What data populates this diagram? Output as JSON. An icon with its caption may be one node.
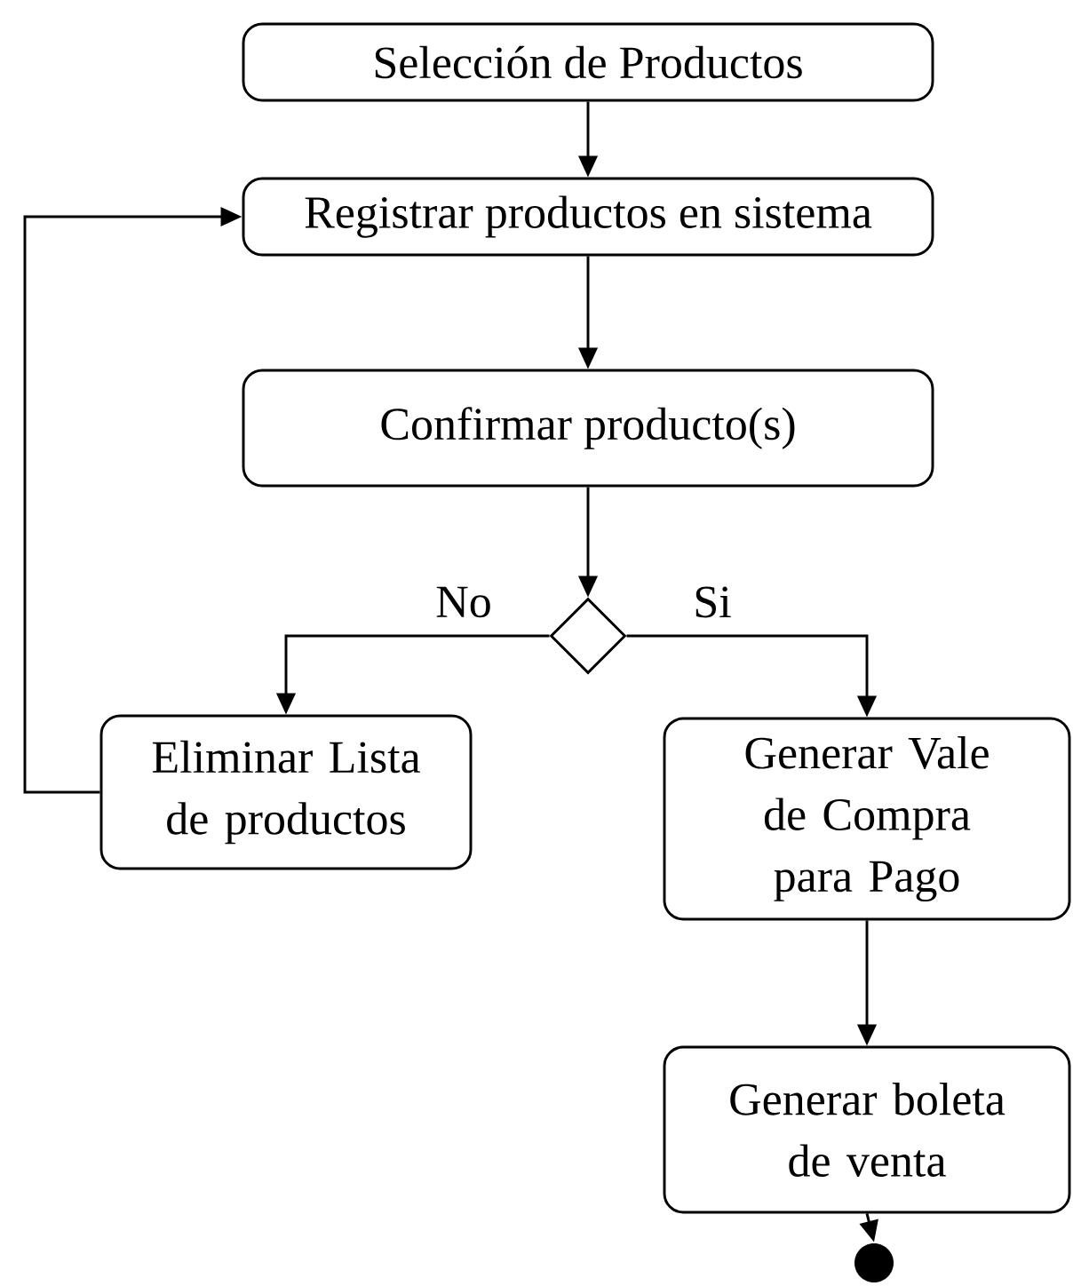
{
  "diagram": {
    "nodes": [
      {
        "text": [
          "Selección de Productos"
        ]
      },
      {
        "text": [
          "Registrar productos en sistema"
        ]
      },
      {
        "text": [
          "Confirmar producto(s)"
        ]
      },
      {
        "text": [],
        "shape": "diamond"
      },
      {
        "text": [
          "Eliminar Lista de productos"
        ]
      },
      {
        "text": [
          "Generar Vale de Compra para Pago"
        ]
      },
      {
        "text": [
          "Generar boleta de venta"
        ]
      },
      {
        "text": [],
        "shape": "circle"
      }
    ],
    "edges": [
      {
        "from": 0,
        "to": 1,
        "arrow": "to"
      },
      {
        "from": 1,
        "to": 2,
        "arrow": "to"
      },
      {
        "from": 2,
        "to": 3,
        "arrow": "to"
      },
      {
        "from": 3,
        "to": 4,
        "arrow": "to",
        "label": "No"
      },
      {
        "from": 3,
        "to": 5,
        "arrow": "to",
        "label": "Si"
      },
      {
        "from": 4,
        "to": 1,
        "arrow": "to"
      },
      {
        "from": 5,
        "to": 6,
        "arrow": "to"
      },
      {
        "from": 6,
        "to": 7,
        "arrow": "to"
      }
    ]
  }
}
